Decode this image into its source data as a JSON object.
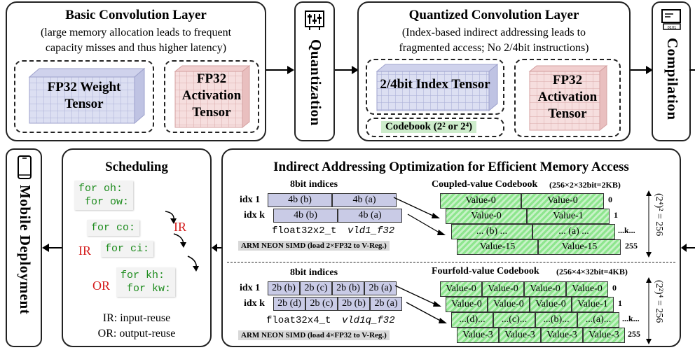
{
  "top": {
    "basic": {
      "title": "Basic Convolution Layer",
      "desc1": "(large memory allocation leads to frequent",
      "desc2": "capacity misses and thus higher latency)",
      "weight1": "FP32 Weight",
      "weight2": "Tensor",
      "act1": "FP32",
      "act2": "Activation",
      "act3": "Tensor"
    },
    "quantization": "Quantization",
    "quantized": {
      "title": "Quantized Convolution Layer",
      "desc1": "(Index-based indirect addressing leads to",
      "desc2": "fragmented access; No 2/4bit instructions)",
      "index": "2/4bit Index Tensor",
      "codebook": "Codebook (2² or 2⁴)",
      "act1": "FP32",
      "act2": "Activation",
      "act3": "Tensor"
    },
    "compilation": "Compilation"
  },
  "bottom": {
    "mobile": "Mobile Deployment",
    "scheduling": {
      "title": "Scheduling",
      "loop1": "for oh:\n for ow:",
      "loop2": "for co:",
      "loop3": "for ci:",
      "loop4": "for kh:\n for kw:",
      "ir1": "IR",
      "ir2": "IR",
      "or": "OR",
      "legend1": "IR: input-reuse",
      "legend2": "OR: output-reuse"
    },
    "indirect": {
      "title": "Indirect Addressing Optimization for Efficient Memory Access",
      "upper": {
        "indices_title": "8bit indices",
        "row1_label": "idx 1",
        "rowk_label": "idx k",
        "row1": [
          "4b (b)",
          "4b (a)"
        ],
        "rowk": [
          "4b (b)",
          "4b (a)"
        ],
        "func_type": "float32x2_t",
        "func_name": "vld1_f32",
        "simd": "ARM NEON SIMD (load 2×FP32 to V-Reg.)",
        "codebook_title": "Coupled-value Codebook",
        "codebook_size": "(256×2×32bit=2KB)",
        "rows": [
          [
            "Value-0",
            "Value-0"
          ],
          [
            "Value-0",
            "Value-1"
          ],
          [
            "... (b) ...",
            "... (a) ..."
          ],
          [
            "Value-15",
            "Value-15"
          ]
        ],
        "row_idx": [
          "0",
          "1",
          "...k...",
          "255"
        ],
        "side": "(2⁴)² = 256"
      },
      "lower": {
        "indices_title": "8bit indices",
        "row1_label": "idx 1",
        "rowk_label": "idx k",
        "row1": [
          "2b (b)",
          "2b (c)",
          "2b (b)",
          "2b (a)"
        ],
        "rowk": [
          "2b (d)",
          "2b (c)",
          "2b (b)",
          "2b (a)"
        ],
        "func_type": "float32x4_t",
        "func_name": "vld1q_f32",
        "simd": "ARM NEON SIMD (load 4×FP32 to V-Reg.)",
        "codebook_title": "Fourfold-value Codebook",
        "codebook_size": "(256×4×32bit=4KB)",
        "rows": [
          [
            "Value-0",
            "Value-0",
            "Value-0",
            "Value-0"
          ],
          [
            "Value-0",
            "Value-0",
            "Value-0",
            "Value-1"
          ],
          [
            "...(d)...",
            "...(c)...",
            "...(b)...",
            "...(a)..."
          ],
          [
            "Value-3",
            "Value-3",
            "Value-3",
            "Value-3"
          ]
        ],
        "row_idx": [
          "0",
          "1",
          "...k...",
          "255"
        ],
        "side": "(2²)⁴ = 256"
      }
    }
  }
}
